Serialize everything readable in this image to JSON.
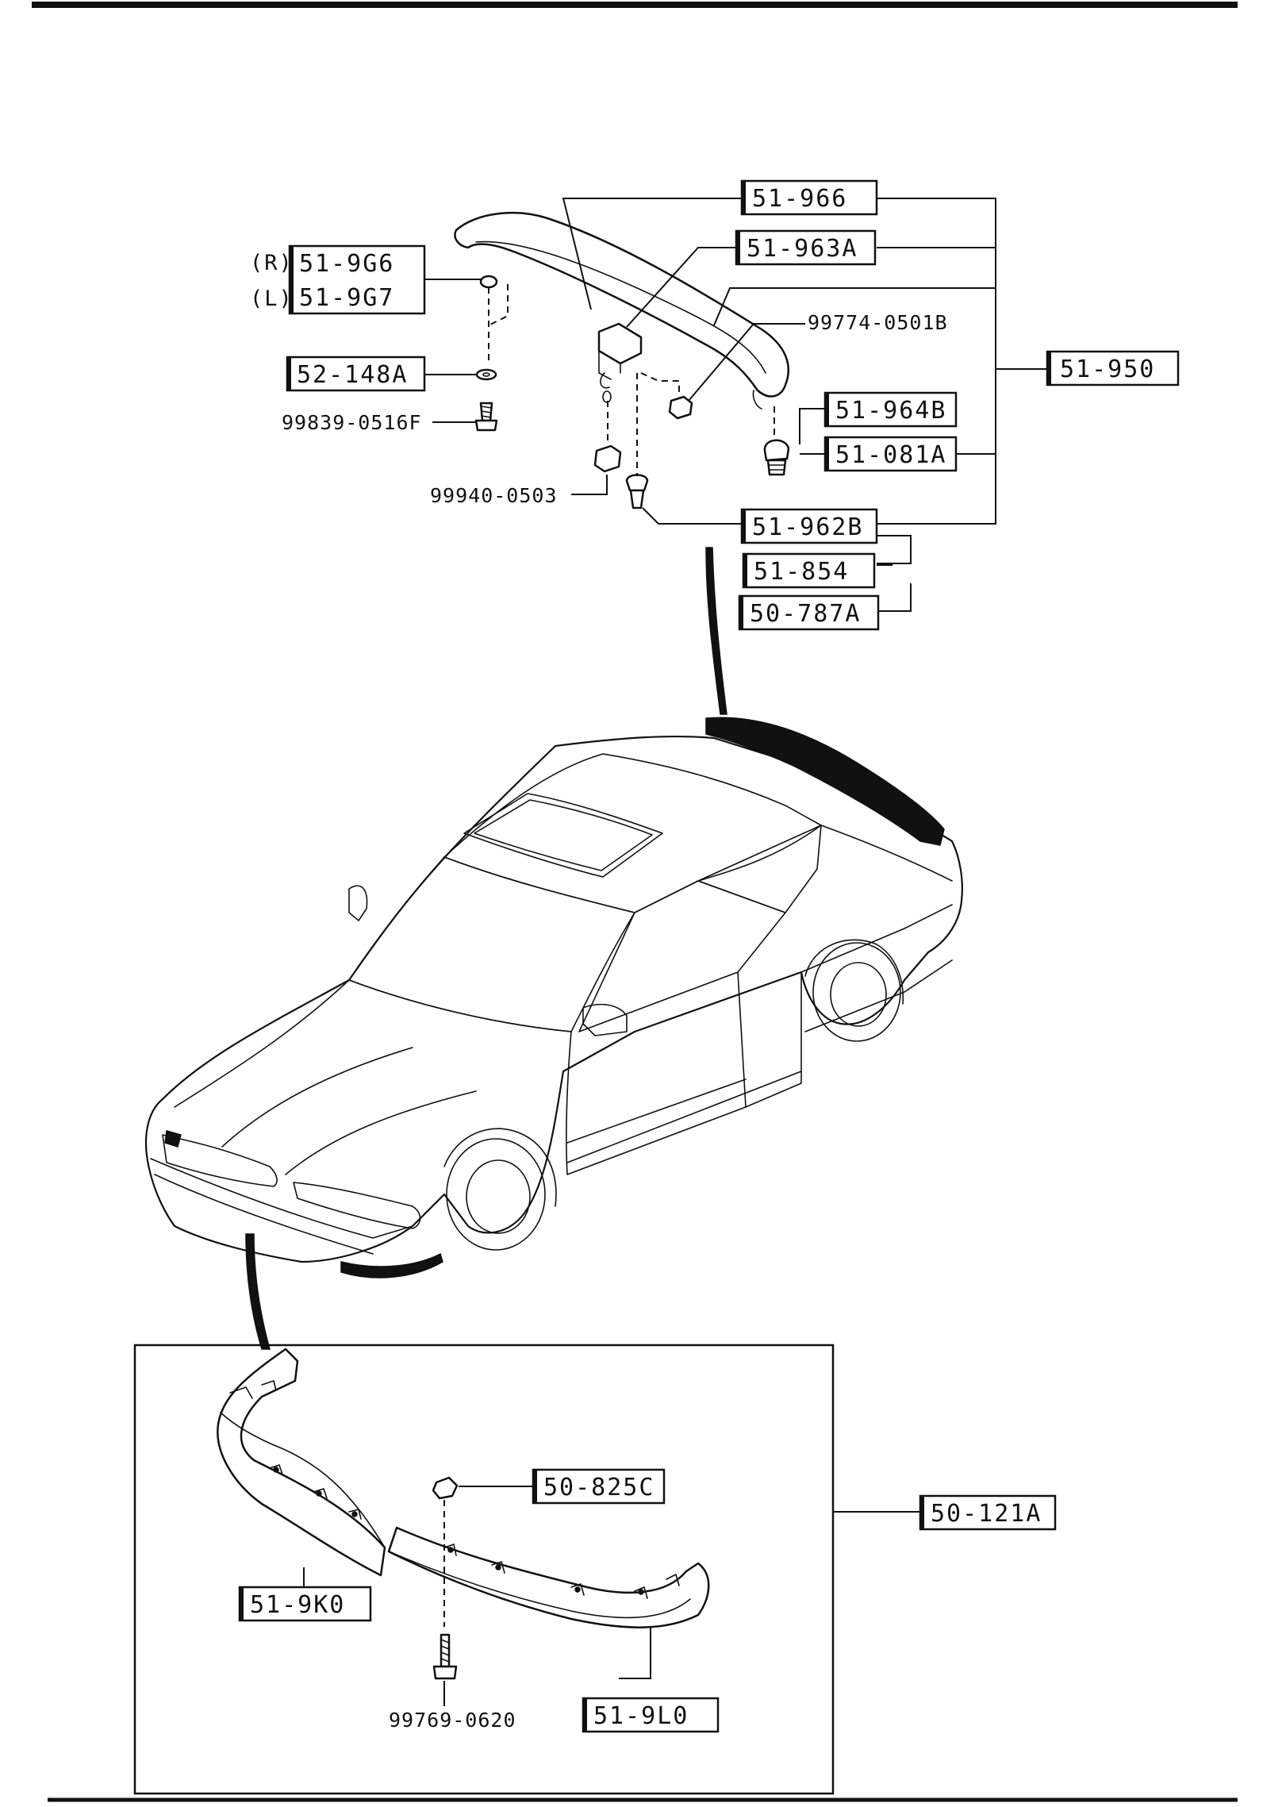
{
  "diagram": {
    "top_assembly": {
      "spoiler_assy": "51-950",
      "spoiler_body": "51-966",
      "bracket": "51-963A",
      "clip_nut_r_prefix": "(R)",
      "clip_nut_l_prefix": "(L)",
      "clip_nut_r": "51-9G6",
      "clip_nut_l": "51-9G7",
      "washer": "52-148A",
      "screw": "99839-0516F",
      "nut_a": "99774-0501B",
      "nut_b": "99940-0503",
      "cap": "51-964B",
      "grommet": "51-081A",
      "fastener": "51-962B",
      "seal": "51-854",
      "tape": "50-787A"
    },
    "bottom_assembly": {
      "lip_assy": "50-121A",
      "clip": "50-825C",
      "lip_left": "51-9K0",
      "lip_right": "51-9L0",
      "screw": "99769-0620"
    }
  }
}
